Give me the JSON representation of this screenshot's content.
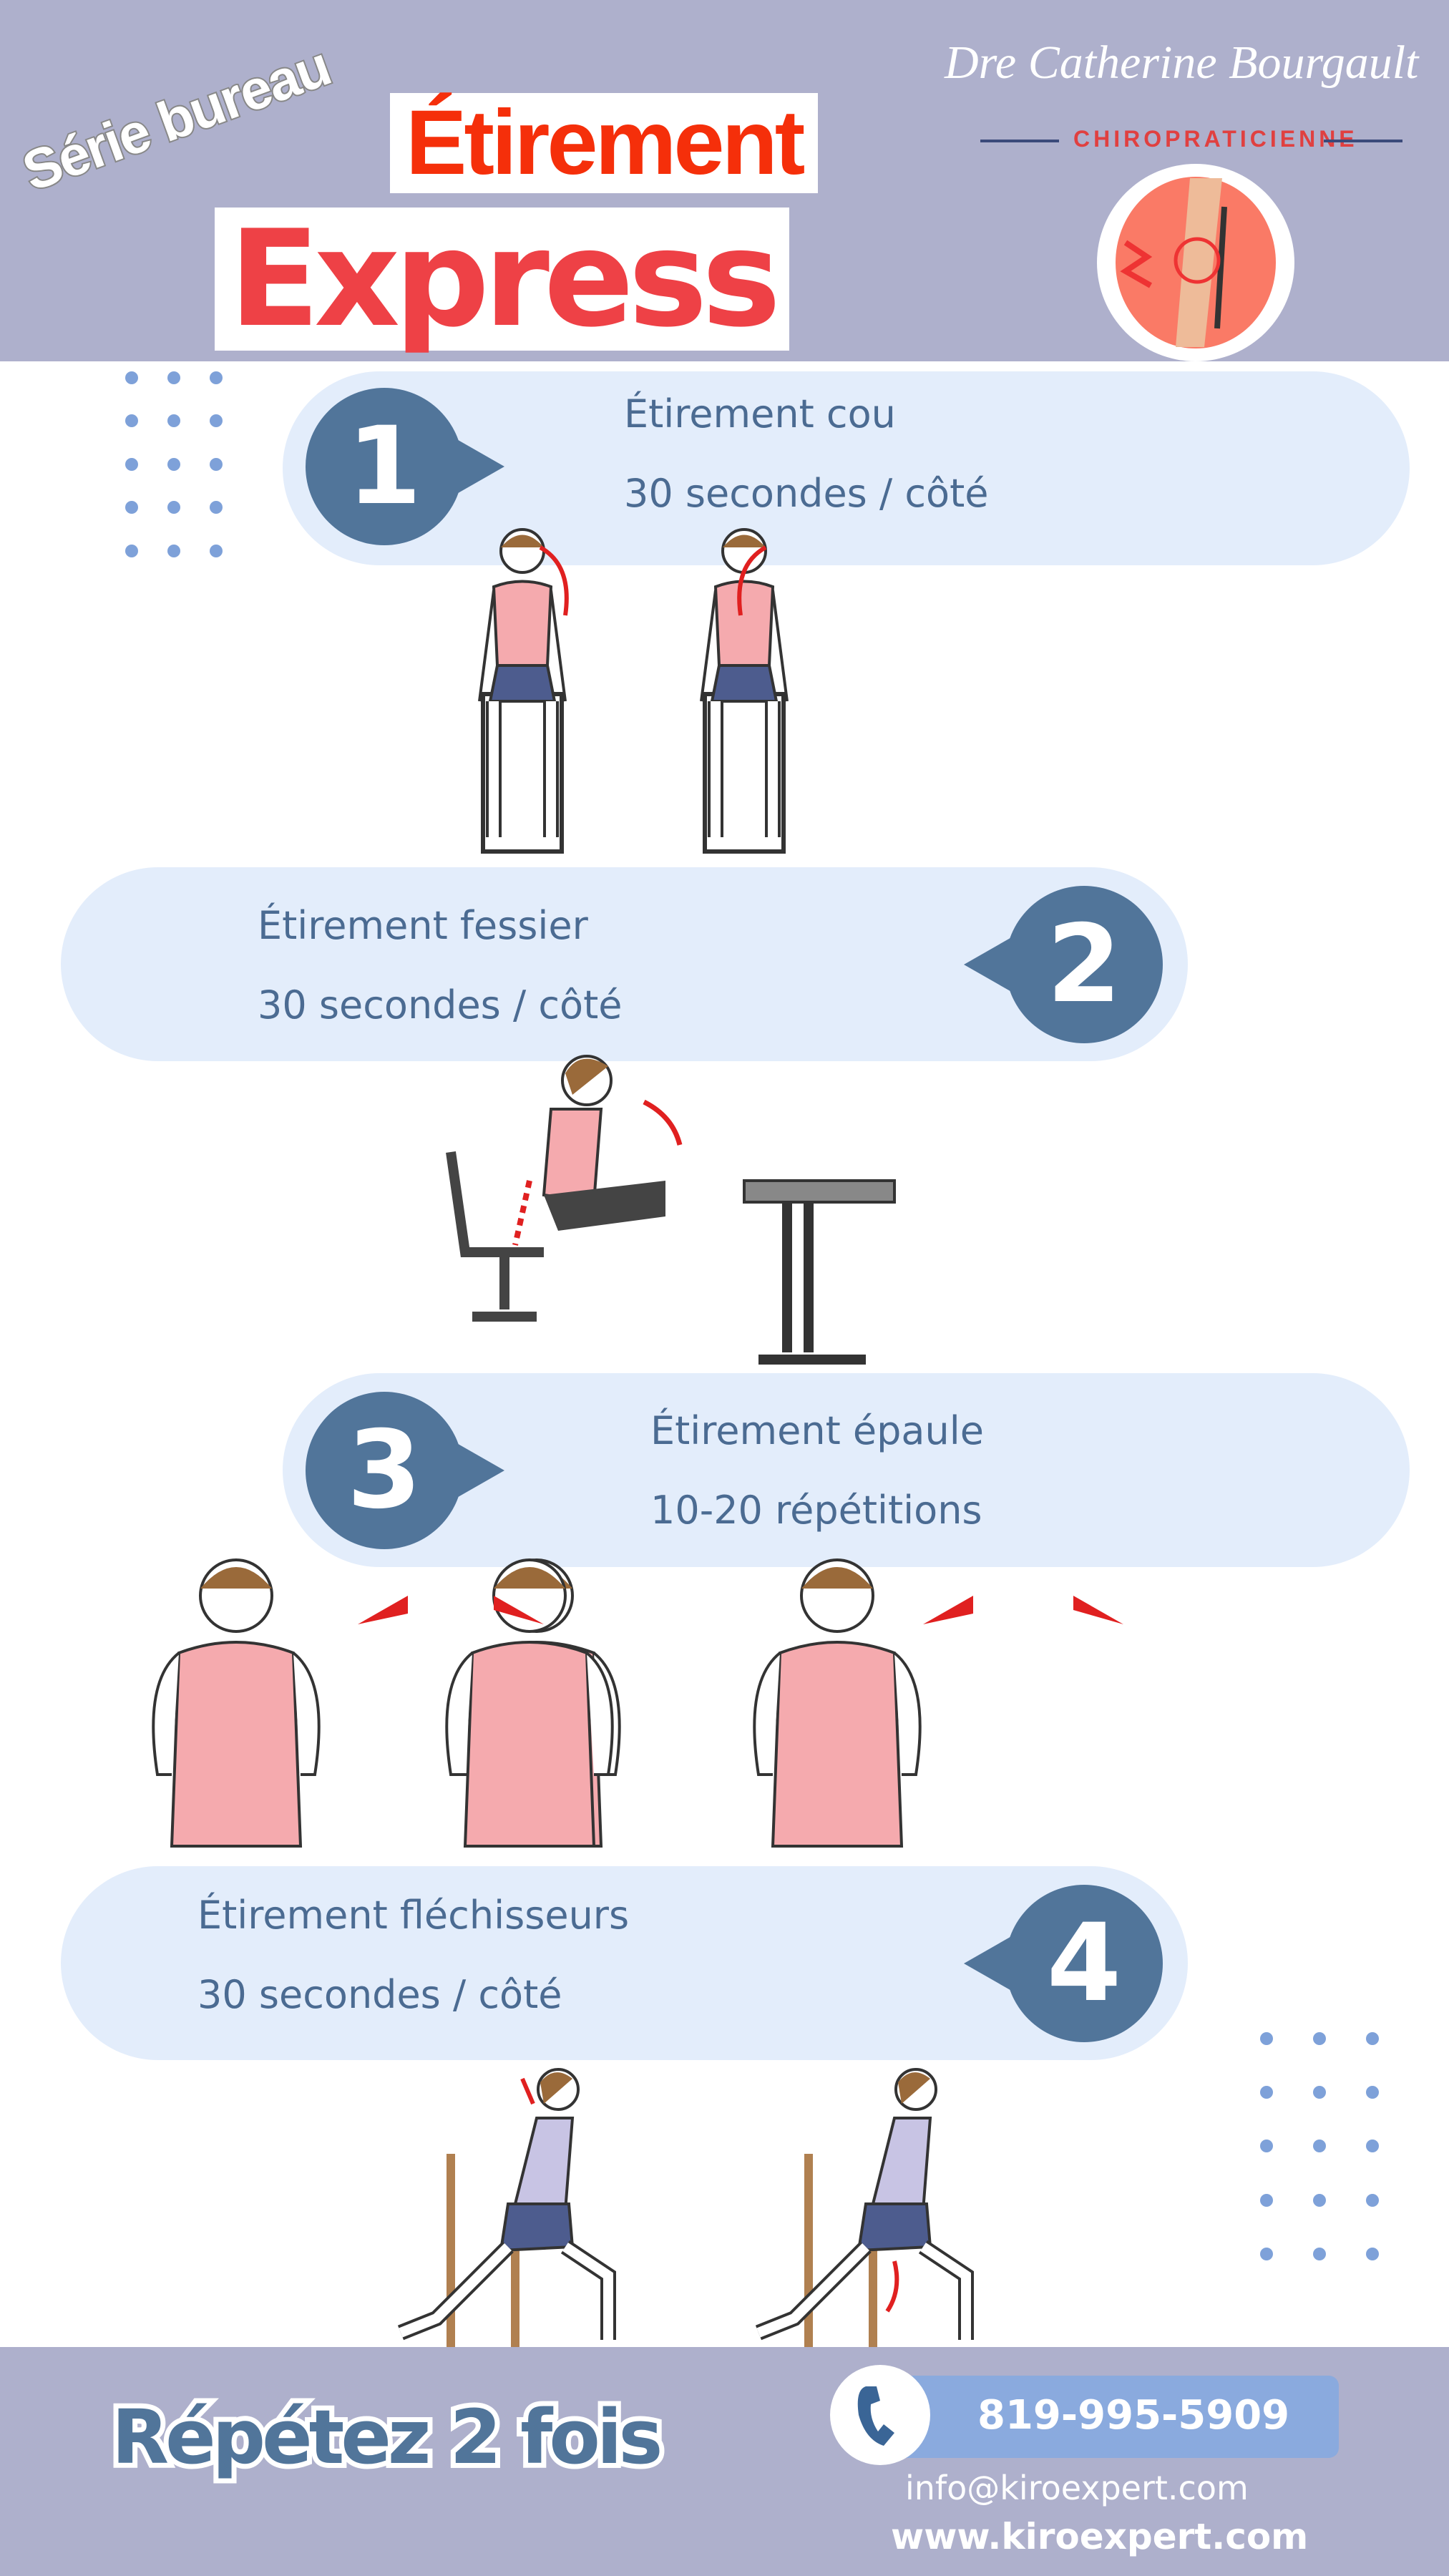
{
  "header": {
    "subtitle": "Série bureau",
    "title_line1": "Étirement",
    "title_line2": "Express",
    "doctor": "Dre Catherine Bourgault",
    "profession": "CHIROPRATICIENNE"
  },
  "exercises": [
    {
      "number": "1",
      "name": "Étirement cou",
      "reps": "30 secondes / côté"
    },
    {
      "number": "2",
      "name": "Étirement fessier",
      "reps": "30 secondes / côté"
    },
    {
      "number": "3",
      "name": "Étirement épaule",
      "reps": "10-20 répétitions"
    },
    {
      "number": "4",
      "name": "Étirement fléchisseurs",
      "reps": "30 secondes / côté"
    }
  ],
  "footer": {
    "repeat": "Répétez 2 fois",
    "phone": "819-995-5909",
    "email": "info@kiroexpert.com",
    "website": "www.kiroexpert.com"
  },
  "colors": {
    "header_bg": "#aeb0cc",
    "banner_bg": "#e3edfb",
    "number_bg": "#51759a",
    "title_red": "#ee4146",
    "accent_blue": "#8aaade"
  }
}
